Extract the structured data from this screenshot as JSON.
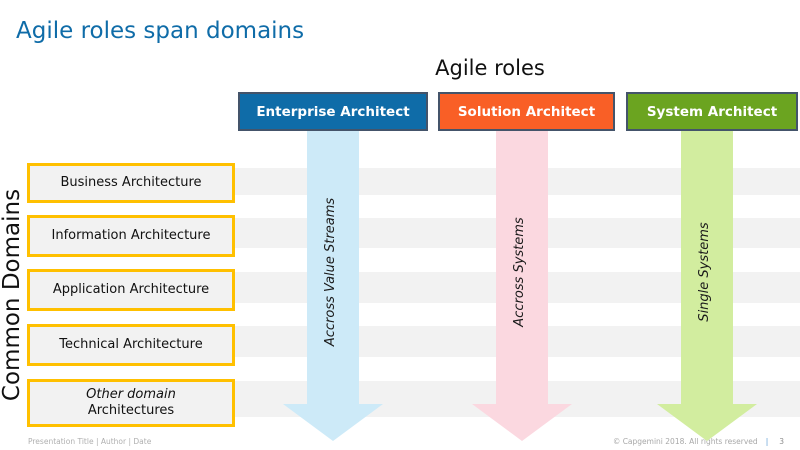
{
  "slide": {
    "title": "Agile roles span domains",
    "roles_heading": "Agile roles"
  },
  "roles": [
    {
      "label": "Enterprise Architect",
      "fill": "#0f6ca8",
      "arrow_fill": "#cdeaf8",
      "arrow_label": "Accross Value Streams"
    },
    {
      "label": "Solution Architect",
      "fill": "#f95f26",
      "arrow_fill": "#fbd8e0",
      "arrow_label": "Accross Systems"
    },
    {
      "label": "System Architect",
      "fill": "#6ba420",
      "arrow_fill": "#d2ed9f",
      "arrow_label": "Single Systems"
    }
  ],
  "domains": {
    "axis_label": "Common Domains",
    "box_border_color": "#FFC000",
    "box_fill": "#f2f2f2",
    "items": [
      {
        "primary": "Business Architecture",
        "secondary": ""
      },
      {
        "primary": "Information Architecture",
        "secondary": ""
      },
      {
        "primary": "Application Architecture",
        "secondary": ""
      },
      {
        "primary": "Technical Architecture",
        "secondary": ""
      },
      {
        "primary": "Other domain",
        "secondary": "Architectures"
      }
    ]
  },
  "footer": {
    "left": "Presentation Title | Author | Date",
    "copyright": "© Capgemini 2018. All rights reserved",
    "separator": "|",
    "page_number": "3"
  },
  "colors": {
    "title_text": "#0f6ca8",
    "header_border": "#44546a",
    "stripe": "#f2f2f2",
    "footer_text": "#b0b0b0"
  }
}
